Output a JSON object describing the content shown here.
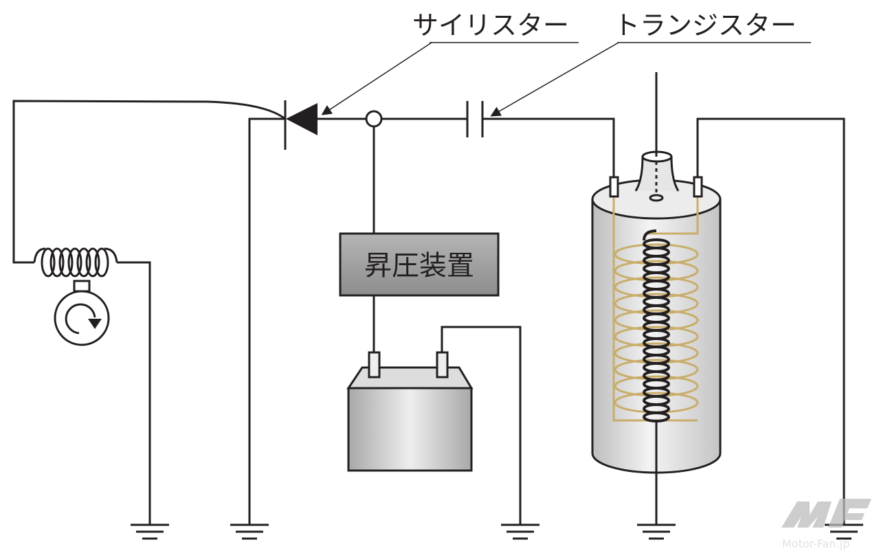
{
  "labels": {
    "thyristor": "サイリスター",
    "transistor": "トランジスター",
    "booster": "昇圧装置"
  },
  "watermark": "Motor-Fan.jp",
  "colors": {
    "line": "#231f20",
    "secondary_winding": "#c9ad6a",
    "booster_box": "#9a9a9a"
  }
}
